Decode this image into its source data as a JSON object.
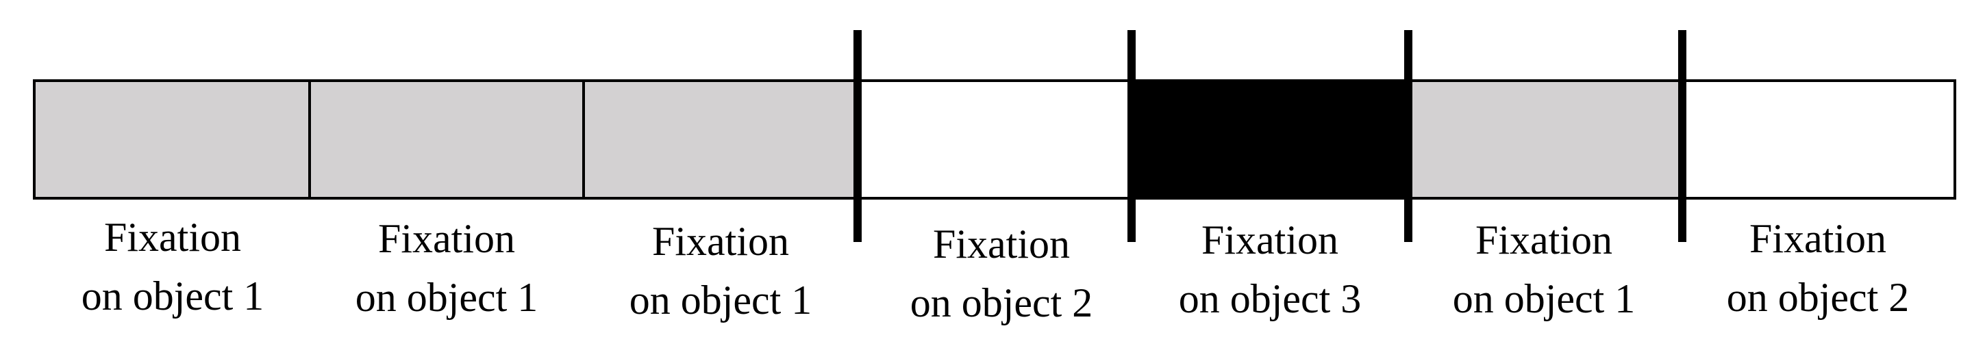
{
  "fixations": [
    {
      "line1": "Fixation",
      "line2": "on object 1",
      "fill": "#d3d1d2"
    },
    {
      "line1": "Fixation",
      "line2": "on object 1",
      "fill": "#d3d1d2"
    },
    {
      "line1": "Fixation",
      "line2": "on object 1",
      "fill": "#d3d1d2"
    },
    {
      "line1": "Fixation",
      "line2": "on object 2",
      "fill": "#ffffff"
    },
    {
      "line1": "Fixation",
      "line2": "on object 3",
      "fill": "#000000"
    },
    {
      "line1": "Fixation",
      "line2": "on object 1",
      "fill": "#d3d1d2"
    },
    {
      "line1": "Fixation",
      "line2": "on object 2",
      "fill": "#ffffff"
    }
  ],
  "colors": {
    "object_1": "#d3d1d2",
    "object_2": "#ffffff",
    "object_3": "#000000",
    "border": "#000000"
  }
}
